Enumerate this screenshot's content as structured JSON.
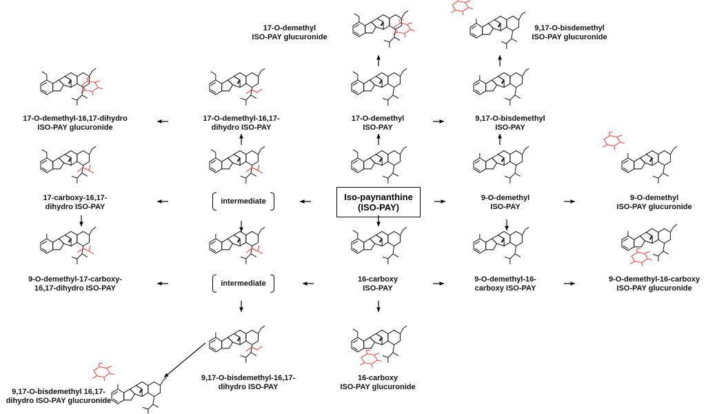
{
  "center_compound": "Iso-paynanthine\n(ISO-PAY)",
  "intermediate_label": "intermediate",
  "labels": {
    "o17_glucuronide": "17-O-demethyl\nISO-PAY glucuronide",
    "o917_glucuronide": "9,17-O-bisdemethyl\nISO-PAY glucuronide",
    "o17_dihydro_glucuronide": "17-O-demethyl-16,17-dihydro\nISO-PAY glucuronide",
    "o17_dihydro": "17-O-demethyl-16,17-\ndihydro ISO-PAY",
    "o17_demethyl": "17-O-demethyl\nISO-PAY",
    "o917_bisdemethyl": "9,17-O-bisdemethyl\nISO-PAY",
    "carboxy17_dihydro": "17-carboxy-16,17-\ndihydro ISO-PAY",
    "o9_demethyl": "9-O-demethyl\nISO-PAY",
    "o9_glucuronide": "9-O-demethyl\nISO-PAY glucuronide",
    "o9_carboxy17_dihydro": "9-O-demethyl-17-carboxy-\n16,17-dihydro ISO-PAY",
    "carboxy16": "16-carboxy\nISO-PAY",
    "o9_carboxy16": "9-O-demethyl-16-\ncarboxy ISO-PAY",
    "o9_carboxy16_glucuronide": "9-O-demethyl-16-carboxy\nISO-PAY glucuronide",
    "o917_dihydro": "9,17-O-bisdemethyl-16,17-\ndihydro ISO-PAY",
    "carboxy16_glucuronide": "16-carboxy\nISO-PAY glucuronide",
    "o917_dihydro_glucuronide": "9,17-O-bisdemethyl 16,17-\ndihydro ISO-PAY glucuronide"
  },
  "colors": {
    "modification": "#e8322e",
    "structure": "#1a1a1a"
  },
  "molecules": [
    {
      "id": "o17_glucuronide",
      "mod": "glc-right",
      "ome": true
    },
    {
      "id": "o917_glucuronide",
      "mod": "glc-left",
      "ome": false
    },
    {
      "id": "o17_dihydro_glucuronide",
      "mod": "glc-right",
      "ome": true
    },
    {
      "id": "o17_dihydro",
      "mod": "oh-red",
      "ome": true
    },
    {
      "id": "o17_demethyl",
      "mod": "none",
      "ome": true
    },
    {
      "id": "o917_bisdemethyl",
      "mod": "none",
      "ome": false
    },
    {
      "id": "carboxy17_dihydro",
      "mod": "cooh-red",
      "ome": true
    },
    {
      "id": "intermediate_top",
      "mod": "cooh-red",
      "ome": true
    },
    {
      "id": "center",
      "mod": "none",
      "ome": true
    },
    {
      "id": "o9_demethyl",
      "mod": "none",
      "ome": false
    },
    {
      "id": "o9_glucuronide",
      "mod": "glc-left",
      "ome": false
    },
    {
      "id": "o9_carboxy17_dihydro",
      "mod": "cooh-red",
      "ome": false
    },
    {
      "id": "intermediate_mid",
      "mod": "cooh-red",
      "ome": false
    },
    {
      "id": "carboxy16",
      "mod": "none",
      "ome": true
    },
    {
      "id": "o9_carboxy16",
      "mod": "none",
      "ome": false
    },
    {
      "id": "o9_carboxy16_glucuronide",
      "mod": "glc-bottom",
      "ome": false
    },
    {
      "id": "o917_dihydro",
      "mod": "oh-red",
      "ome": false
    },
    {
      "id": "carboxy16_glucuronide",
      "mod": "glc-bottom",
      "ome": true
    },
    {
      "id": "o917_dihydro_glucuronide",
      "mod": "glc-left",
      "ome": false
    }
  ]
}
